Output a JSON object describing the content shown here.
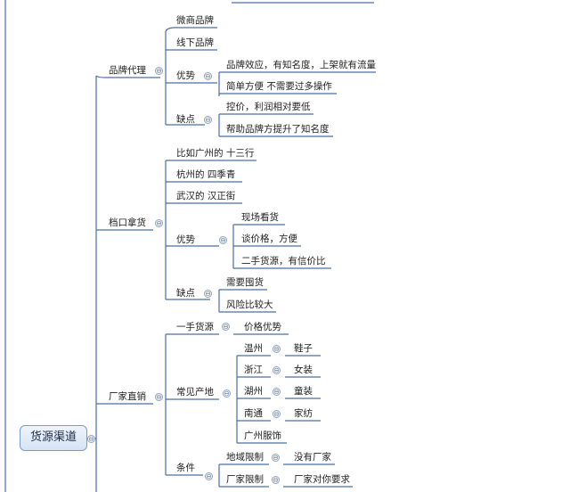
{
  "root": {
    "label": "货源渠道"
  },
  "collapse_glyph": "⊖",
  "branches": {
    "brand_agency": {
      "label": "品牌代理",
      "items": [
        "微商品牌",
        "线下品牌"
      ],
      "advantage": {
        "label": "优势",
        "items": [
          "品牌效应，有知名度，上架就有流量",
          "简单方便 不需要过多操作"
        ]
      },
      "disadvantage": {
        "label": "缺点",
        "items": [
          "控价，利润相对要低",
          "帮助品牌方提升了知名度"
        ]
      }
    },
    "stall_pickup": {
      "label": "档口拿货",
      "items": [
        "比如广州的 十三行",
        "杭州的 四季青",
        "武汉的 汉正街"
      ],
      "advantage": {
        "label": "优势",
        "items": [
          "现场看货",
          "谈价格，方便",
          "二手货源，有信价比"
        ]
      },
      "disadvantage": {
        "label": "缺点",
        "items": [
          "需要囤货",
          "风险比较大"
        ]
      }
    },
    "factory_direct": {
      "label": "厂家直销",
      "first_hand": {
        "label": "一手货源",
        "value": "价格优势"
      },
      "origins": {
        "label": "常见产地",
        "items": [
          {
            "place": "温州",
            "product": "鞋子"
          },
          {
            "place": "浙江",
            "product": "女装"
          },
          {
            "place": "湖州",
            "product": "童装"
          },
          {
            "place": "南通",
            "product": "家纺"
          },
          {
            "place": "广州服饰",
            "product": ""
          }
        ]
      },
      "conditions": {
        "label": "条件",
        "items": [
          {
            "name": "地域限制",
            "value": "没有厂家"
          },
          {
            "name": "厂家限制",
            "value": "厂家对你要求"
          }
        ]
      }
    }
  }
}
